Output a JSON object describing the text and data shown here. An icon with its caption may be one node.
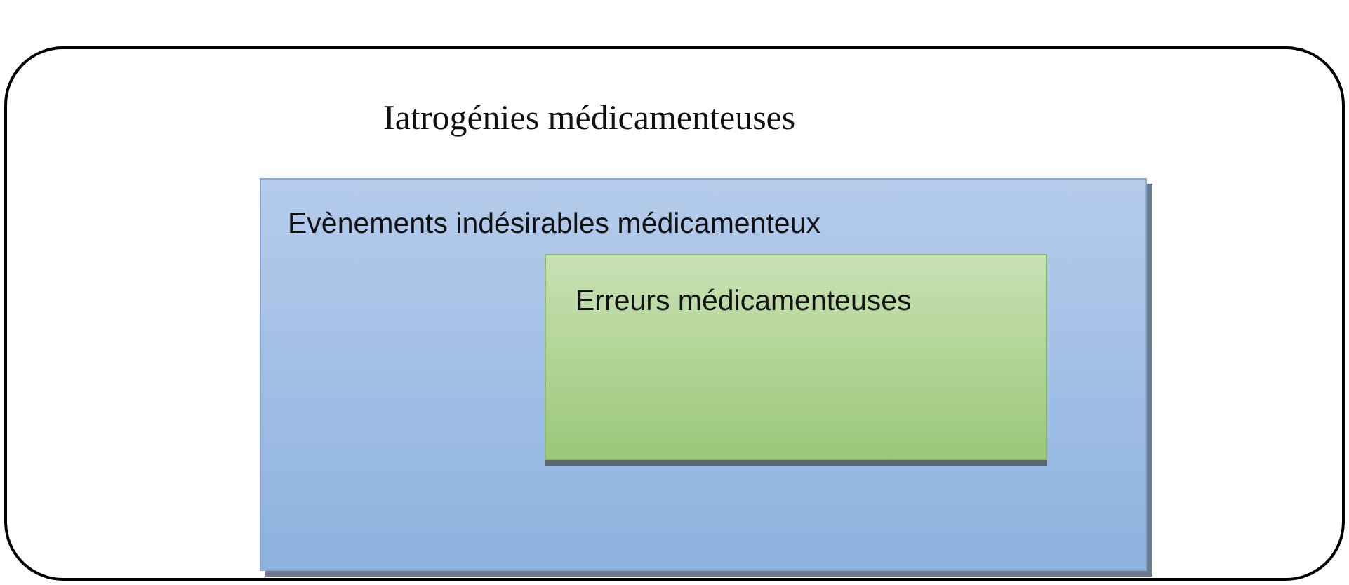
{
  "diagram": {
    "nodes": [
      {
        "text": [
          "Iatrogénies médicamenteuses"
        ]
      },
      {
        "text": [
          "Evènements indésirables médicamenteux"
        ],
        "in": 0
      },
      {
        "text": [
          "Erreurs médicamenteuses"
        ],
        "in": 1
      }
    ]
  }
}
